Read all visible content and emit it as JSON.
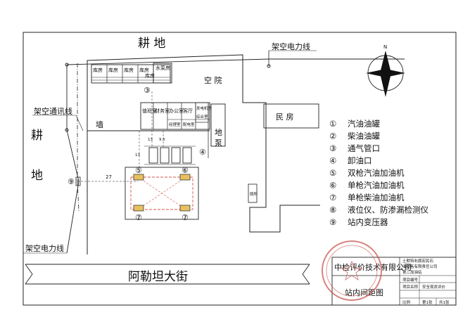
{
  "labels": {
    "farmland_top": "耕  地",
    "farmland_left_1": "耕",
    "farmland_left_2": "地",
    "power_line_top": "架空电力线",
    "power_line_left": "架空电力线",
    "comm_line": "架空通讯线",
    "wall": "墙",
    "yard": "空  院",
    "residence": "民  房",
    "street": "阿勒坦大街",
    "building_1": "库房",
    "building_2": "库房",
    "building_3": "库房",
    "building_4": "库房",
    "building_5": "库房",
    "building_6": "水泵房",
    "duty_room": "值班室",
    "finance_room": "财务室",
    "office_room": "办公室",
    "customer_room": "客厅",
    "manager_room": "经理室",
    "power_room": "配电室",
    "general_room": "综合室",
    "generator_room": "发电机房",
    "pump": "地泵",
    "toilet": "厕所",
    "dimension": "27",
    "dim_v1": "13",
    "dim_v2": "13",
    "dim_v3": "9.5",
    "compass_north": "N"
  },
  "legend": [
    {
      "num": "①",
      "text": "汽油油罐"
    },
    {
      "num": "②",
      "text": "柴油油罐"
    },
    {
      "num": "③",
      "text": "通气管口"
    },
    {
      "num": "④",
      "text": "卸油口"
    },
    {
      "num": "⑤",
      "text": "双枪汽油加油机"
    },
    {
      "num": "⑥",
      "text": "单枪汽油加油机"
    },
    {
      "num": "⑦",
      "text": "单枪柴油加油机"
    },
    {
      "num": "⑧",
      "text": "液位仪、防渗漏检测仪"
    },
    {
      "num": "⑨",
      "text": "站内变压器"
    }
  ],
  "markers": {
    "m3": "③",
    "m4": "④",
    "m5": "⑤",
    "m6": "⑥",
    "m7a": "⑦",
    "m7b": "⑦",
    "m9": "⑨"
  },
  "title_block": {
    "company": "中检评价技术有限公司",
    "drawing_title": "站内间距图",
    "project_line1": "土默特右旗宏民石",
    "project_line2": "油销售有限责任公司",
    "project_line3": "第二加油站",
    "row1": "项目编号",
    "row2": "项目名称",
    "row2_val": "安全现状评价",
    "row3": "比例",
    "row3_mid": "第1张",
    "row3_end": "共1张"
  },
  "stamp_text": "中检评价技术有限公司"
}
